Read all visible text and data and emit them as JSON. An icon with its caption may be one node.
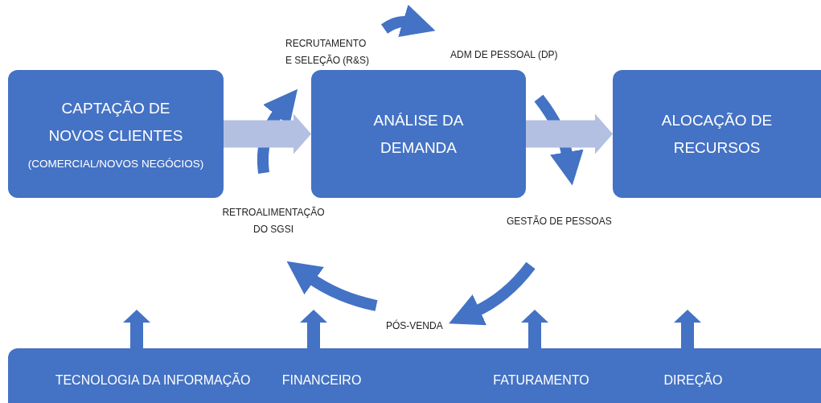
{
  "diagram": {
    "nodes": [
      {
        "text": [
          "CAPTAÇÃO DE NOVOS CLIENTES",
          "(COMERCIAL/NOVOS NEGÓCIOS)"
        ]
      },
      {
        "text": [
          "ANÁLISE DA DEMANDA"
        ]
      },
      {
        "text": [
          "ALOCAÇÃO DE RECURSOS"
        ]
      },
      {
        "text": [
          "TECNOLOGIA DA INFORMAÇÃO",
          "FINANCEIRO",
          "FATURAMENTO",
          "DIREÇÃO"
        ]
      }
    ],
    "edges": [
      {
        "from": 0,
        "to": 1,
        "arrow": "to",
        "color": "#b4c0e2"
      },
      {
        "from": 1,
        "to": 2,
        "arrow": "to",
        "color": "#b4c0e2"
      },
      {
        "from": 3,
        "to": null,
        "arrow": "to"
      },
      {
        "from": 3,
        "to": null,
        "arrow": "to"
      },
      {
        "from": 3,
        "to": null,
        "arrow": "to"
      },
      {
        "from": 3,
        "to": null,
        "arrow": "to"
      }
    ],
    "labels": [
      "RECRUTAMENTO E SELEÇÃO (R&S)",
      "ADM DE PESSOAL (DP)",
      "RETROALIMENTAÇÃO DO SGSI",
      "GESTÃO DE PESSOAS",
      "PÓS-VENDA"
    ]
  }
}
